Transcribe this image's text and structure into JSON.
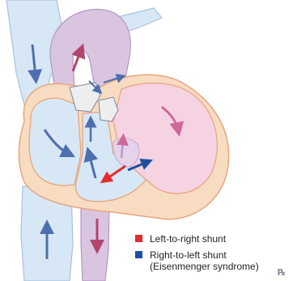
{
  "legend": {
    "items": [
      {
        "label": "Left-to-right shunt",
        "color": "#e52b2b"
      },
      {
        "label": "Right-to-left shunt",
        "sublabel": "(Eisenmenger syndrome)",
        "color": "#1f4fa0"
      }
    ]
  },
  "colors": {
    "venous": "#d7e7f5",
    "arterial_purple": "#d9c5e0",
    "left_heart": "#f6d3e2",
    "myocardium": "#f8dcc2",
    "venous_arrow": "#4e6fae",
    "arterial_arrow": "#b2456e"
  },
  "brand": {
    "icon": "rx-logo"
  }
}
